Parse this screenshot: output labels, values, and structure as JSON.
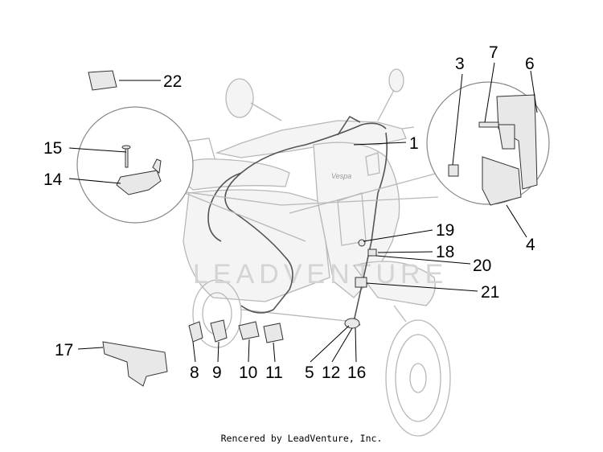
{
  "diagram": {
    "callouts": [
      "1",
      "3",
      "4",
      "5",
      "6",
      "7",
      "8",
      "9",
      "10",
      "11",
      "12",
      "14",
      "15",
      "16",
      "17",
      "18",
      "19",
      "20",
      "21",
      "22"
    ],
    "watermark": "LEADVENTURE",
    "brand_badge": "Vespa"
  },
  "footer": {
    "text": "Rencered by LeadVenture, Inc."
  }
}
